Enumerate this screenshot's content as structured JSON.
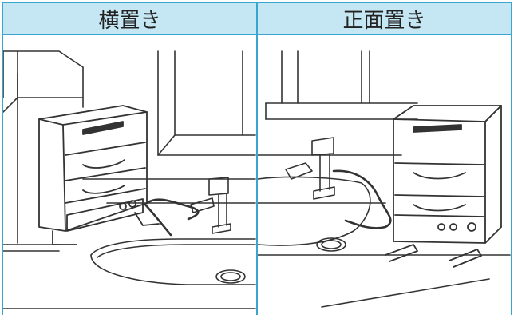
{
  "columns": [
    {
      "id": "side",
      "label": "横置き"
    },
    {
      "id": "front",
      "label": "正面置き"
    }
  ],
  "colors": {
    "header_fill": "#c5e6f3",
    "border": "#3aa6cf",
    "line": "#333333"
  }
}
